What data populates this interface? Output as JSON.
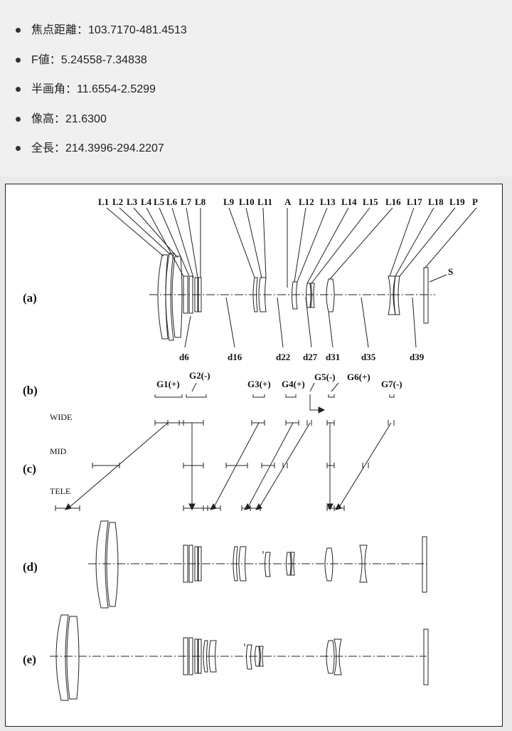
{
  "specs": [
    {
      "text": "焦点距離：103.7170-481.4513"
    },
    {
      "text": "F値：5.24558-7.34838"
    },
    {
      "text": "半画角：11.6554-2.5299"
    },
    {
      "text": "像高：21.6300"
    },
    {
      "text": "全長：214.3996-294.2207"
    }
  ],
  "diagram": {
    "row_labels": {
      "a": "(a)",
      "b": "(b)",
      "c": "(c)",
      "d": "(d)",
      "e": "(e)"
    },
    "lens_labels": [
      "L1",
      "L2",
      "L3",
      "L4",
      "L5",
      "L6",
      "L7",
      "L8",
      "L9",
      "L10",
      "L11",
      "A",
      "L12",
      "L13",
      "L14",
      "L15",
      "L16",
      "L17",
      "L18",
      "L19",
      "P"
    ],
    "image_plane_label": "S",
    "spacing_labels": [
      "d6",
      "d16",
      "d22",
      "d27",
      "d31",
      "d35",
      "d39"
    ],
    "group_labels": [
      "G1(+)",
      "G2(-)",
      "G3(+)",
      "G4(+)",
      "G5(-)",
      "G6(+)",
      "G7(-)"
    ],
    "zoom_positions": {
      "wide": "WIDE",
      "mid": "MID",
      "tele": "TELE"
    }
  },
  "colors": {
    "line": "#222222",
    "background": "#f0f0f0",
    "panel": "#ffffff"
  }
}
